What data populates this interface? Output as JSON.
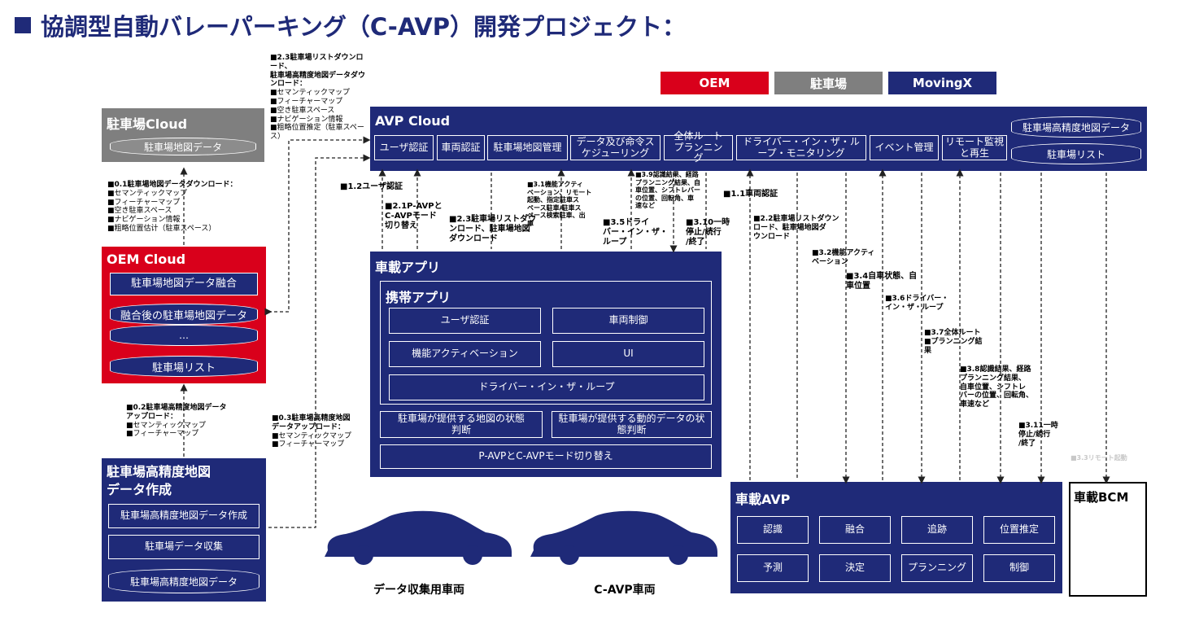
{
  "title": "協調型自動バレーパーキング（C-AVP）開発プロジェクト：",
  "legend": [
    {
      "label": "OEM",
      "color": "#d9001b"
    },
    {
      "label": "駐車場",
      "color": "#7f7f7f"
    },
    {
      "label": "MovingX",
      "color": "#1f2a78"
    }
  ],
  "parking_cloud": {
    "title": "駐車場Cloud",
    "db": "駐車場地図データ"
  },
  "oem_cloud": {
    "title": "OEM Cloud",
    "items": [
      "駐車場地図データ融合",
      "融合後の駐車場地図データ",
      "…",
      "駐車場リスト"
    ]
  },
  "hd_map": {
    "title_l1": "駐車場高精度地図",
    "title_l2": "データ作成",
    "items": [
      "駐車場高精度地図データ作成",
      "駐車場データ収集",
      "駐車場高精度地図データ"
    ]
  },
  "avp_cloud": {
    "title": "AVP Cloud",
    "modules": [
      "ユーザ認証",
      "車両認証",
      "駐車場地図管理",
      "データ及び命令スケジューリング",
      "全体ルートプランニング",
      "ドライバー・イン・ザ・ループ・モニタリング",
      "イベント管理",
      "リモート監視と再生"
    ],
    "db_top": "駐車場高精度地図データ",
    "db_bottom": "駐車場リスト"
  },
  "vehicle_app": {
    "title": "車載アプリ",
    "mobile_title": "携帯アプリ",
    "mobile_items": [
      "ユーザ認証",
      "車両制御",
      "機能アクティベーション",
      "UI",
      "ドライバー・イン・ザ・ループ"
    ],
    "judge_1": "駐車場が提供する地図の状態判断",
    "judge_2": "駐車場が提供する動的データの状態判断",
    "mode_switch": "P-AVPとC-AVPモード切り替え"
  },
  "vehicle_avp": {
    "title": "車載AVP",
    "items": [
      "認識",
      "融合",
      "追跡",
      "位置推定",
      "予測",
      "決定",
      "プランニング",
      "制御"
    ]
  },
  "bcm": {
    "title": "車載BCM"
  },
  "cars": [
    "データ収集用車両",
    "C-AVP車両"
  ],
  "notes": {
    "n23": [
      "■2.3駐車場リストダウンロード、",
      "駐車場高精度地図データダウ",
      "ンロード：",
      "■セマンティックマップ",
      "■フィーチャーマップ",
      "■空き駐車スペース",
      "■ナビゲーション情報",
      "■粗略位置推定（駐車スペー",
      "ス）"
    ],
    "n01": [
      "■0.1駐車場地図データダウンロード：",
      "■セマンティックマップ",
      "■フィーチャーマップ",
      "■空き駐車スペース",
      "■ナビゲーション情報",
      "■粗略位置估计（駐車スペース）"
    ],
    "n02": [
      "■0.2駐車場高精度地図データ",
      "アップロード：",
      "■セマンティックマップ",
      "■フィーチャーマップ"
    ],
    "n03": [
      "■0.3駐車場高精度地図",
      "データアップロード：",
      "■セマンティックマップ",
      "■フィーチャーマップ"
    ],
    "n12": "■1.2ユーザ認証",
    "n21": [
      "■2.1P-AVPと",
      "C-AVPモード",
      "切り替え"
    ],
    "n23b": [
      "■2.3駐車場リストダウ",
      "ンロード、駐車場地図",
      "ダウンロード"
    ],
    "n31": [
      "■3.1機能アクティ",
      "ベーション、リモート",
      "起動、指定駐車ス",
      "ペース駐車/駐車ス",
      "ペース検索駐車、出",
      "庫"
    ],
    "n35": [
      "■3.5ドライ",
      "バー・イン・ザ・",
      "ループ"
    ],
    "n39": [
      "■3.9認識結果、経路",
      "プランニング結果、自",
      "車位置、シフトレバー",
      "の位置、回転角、車",
      "速など"
    ],
    "n310": [
      "■3.10一時",
      "停止/続行",
      "/終了"
    ],
    "n11": "■1.1車両認証",
    "n22": [
      "■2.2駐車場リストダウン",
      "ロード、駐車場地図ダ",
      "ウンロード"
    ],
    "n32": [
      "■3.2機能アクティ",
      "ベーション"
    ],
    "n34": [
      "■3.4自車状態、自",
      "車位置"
    ],
    "n36": [
      "■3.6ドライバー・",
      "イン・ザ・ループ"
    ],
    "n37": [
      "■3.7全体ルート",
      "■プランニング結",
      "果"
    ],
    "n38": [
      "■3.8認識結果、経路",
      "プランニング結果、",
      "自車位置、シフトレ",
      "バーの位置、回転角、",
      "車速など"
    ],
    "n311": [
      "■3.11一時",
      "停止/続行",
      "/終了"
    ],
    "n33": "■3.3リモート起動"
  }
}
